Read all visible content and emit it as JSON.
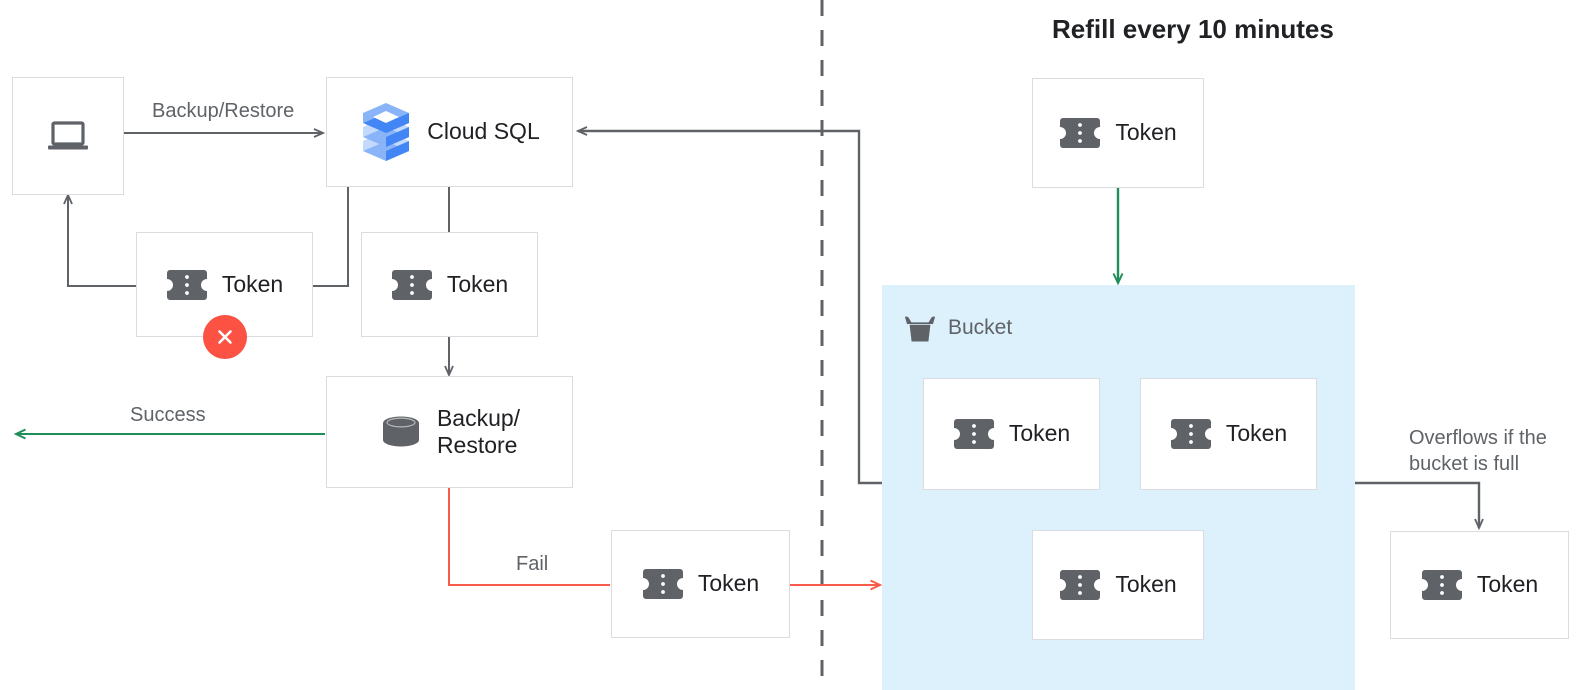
{
  "diagram": {
    "title": "Refill every 10 minutes",
    "colors": {
      "background": "#ffffff",
      "box_border": "#dadce0",
      "line_gray": "#5f6368",
      "line_green": "#1e8e5a",
      "line_red": "#fa5a4b",
      "bucket_fill": "#dcf1fc",
      "error_red": "#fb5244",
      "text_primary": "#202124",
      "text_secondary": "#5f6368",
      "token_icon": "#5f6368",
      "cloudsql_blue_dark": "#4285f4",
      "cloudsql_blue_mid": "#8ab4f8",
      "cloudsql_blue_light": "#c3d9fd"
    }
  },
  "nodes": {
    "client": {
      "label": "",
      "icon": "laptop-icon"
    },
    "cloud_sql": {
      "label": "Cloud SQL",
      "icon": "cloud-sql-icon"
    },
    "token_client_retry": {
      "label": "Token",
      "icon": "token-icon",
      "badge": "error-x"
    },
    "token_sql": {
      "label": "Token",
      "icon": "token-icon"
    },
    "backup_restore": {
      "label": "Backup/\nRestore",
      "icon": "database-icon"
    },
    "token_fail": {
      "label": "Token",
      "icon": "token-icon"
    },
    "token_refill": {
      "label": "Token",
      "icon": "token-icon"
    },
    "token_bucket_1": {
      "label": "Token",
      "icon": "token-icon"
    },
    "token_bucket_2": {
      "label": "Token",
      "icon": "token-icon"
    },
    "token_bucket_3": {
      "label": "Token",
      "icon": "token-icon"
    },
    "token_overflow": {
      "label": "Token",
      "icon": "token-icon"
    }
  },
  "bucket": {
    "label": "Bucket",
    "icon": "bucket-icon"
  },
  "edges": {
    "backup_restore_label": "Backup/Restore",
    "success_label": "Success",
    "fail_label": "Fail",
    "overflow_label": "Overflows if the\nbucket is full"
  }
}
